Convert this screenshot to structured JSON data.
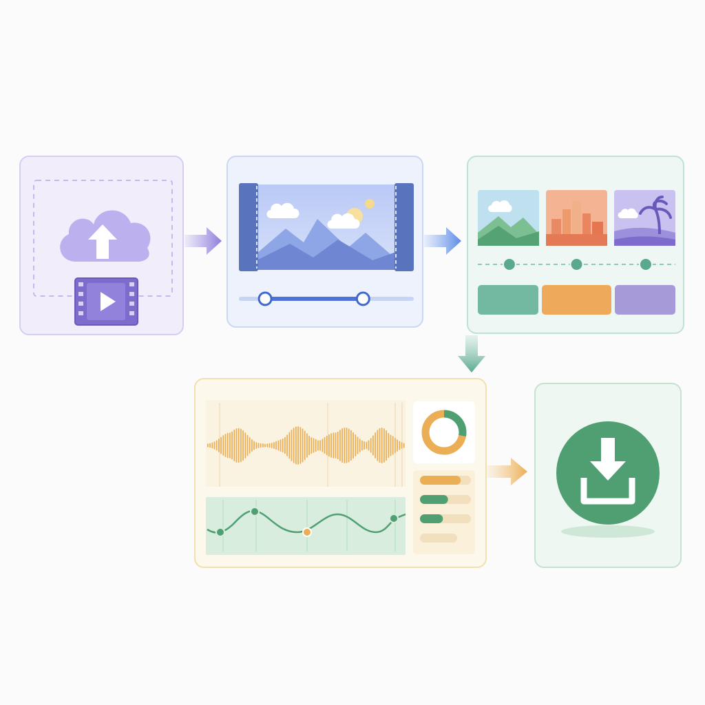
{
  "colors": {
    "page_background": "#fbfbfc",
    "upload": "#8f7ddb",
    "trim": "#4d72d9",
    "scenes": "#5aa98d",
    "audio_wave": "#ecae55",
    "audio_curve": "#4f9f72",
    "download": "#4f9f72"
  },
  "steps": [
    {
      "id": "upload",
      "icons": [
        "cloud-upload-icon",
        "film-play-icon"
      ]
    },
    {
      "id": "trim",
      "icons": [
        "landscape-image-icon",
        "trim-handles-icon",
        "range-slider-icon"
      ]
    },
    {
      "id": "scenes",
      "icons": [
        "mountain-thumbnail-icon",
        "city-thumbnail-icon",
        "beach-thumbnail-icon",
        "timeline-icon"
      ]
    },
    {
      "id": "audio",
      "icons": [
        "waveform-icon",
        "curve-graph-icon",
        "donut-chart-icon",
        "level-bars-icon"
      ]
    },
    {
      "id": "download",
      "icons": [
        "download-icon"
      ]
    }
  ],
  "trim_range": {
    "start": 0.15,
    "end": 0.71
  },
  "scene_timeline_markers": [
    0.16,
    0.5,
    0.85
  ],
  "audio_donut": {
    "segments": [
      0.28,
      0.72
    ],
    "colors": [
      "#4f9f72",
      "#ecae55"
    ]
  },
  "audio_levels": [
    {
      "fill": 0.8,
      "color": "#ecae55"
    },
    {
      "fill": 0.55,
      "color": "#4f9f72"
    },
    {
      "fill": 0.45,
      "color": "#4f9f72"
    },
    {
      "fill": 0.0,
      "color": "#4f9f72"
    }
  ]
}
